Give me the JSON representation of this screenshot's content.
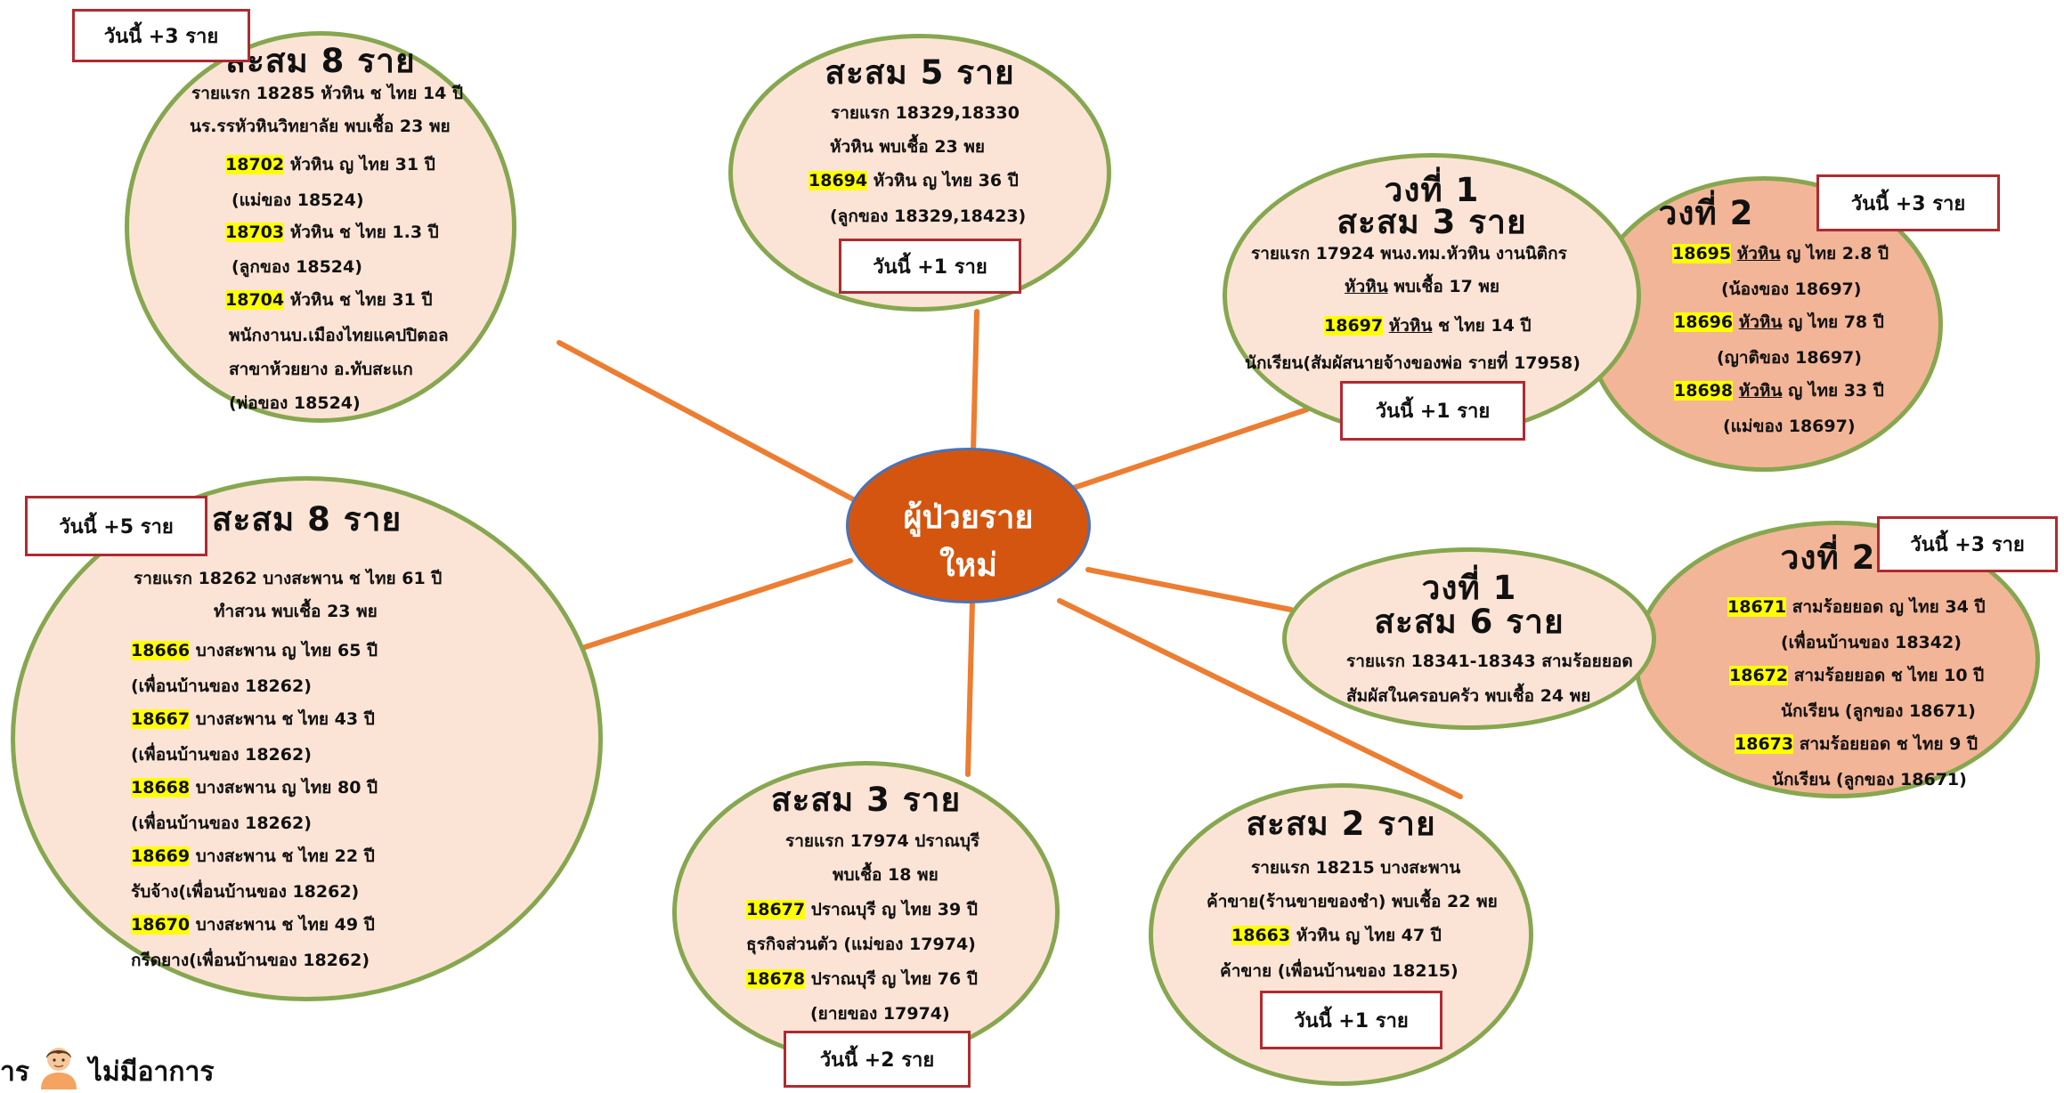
{
  "center": {
    "line1": "ผู้ป่วยราย",
    "line2": "ใหม่"
  },
  "clusters": {
    "c1": {
      "title": "สะสม 8 ราย",
      "tag": "วันนี้ +3 ราย",
      "lines": [
        "รายแรก 18285 หัวหิน ช ไทย 14 ปี",
        "นร.รรหัวหินวิทยาลัย พบเชื้อ 23 พย",
        "หัวหิน ญ ไทย 31 ปี",
        "(แม่ของ 18524)",
        "หัวหิน ช ไทย 1.3 ปี",
        "(ลูกของ 18524)",
        "หัวหิน ช ไทย 31 ปี",
        "พนักงานบ.เมืองไทยแคปปิตอล",
        "สาขาห้วยยาง อ.ทับสะแก",
        "(พ่อของ 18524)"
      ],
      "ids": [
        "18702",
        "18703",
        "18704"
      ]
    },
    "c2": {
      "title": "สะสม 5 ราย",
      "tag": "วันนี้ +1 ราย",
      "lines": [
        "รายแรก 18329,18330",
        "หัวหิน พบเชื้อ 23 พย",
        "หัวหิน ญ ไทย 36 ปี",
        "(ลูกของ 18329,18423)"
      ],
      "ids": [
        "18694"
      ]
    },
    "c3": {
      "title1": "วงที่ 1",
      "title2": "สะสม 3 ราย",
      "tag": "วันนี้ +1 ราย",
      "lines": [
        "รายแรก 17924 พนง.ทม.หัวหิน งานนิติกร",
        "หัวหิน",
        "พบเชื้อ 17 พย",
        "หัวหิน",
        "ช ไทย 14 ปี",
        "นักเรียน(สัมผัสนายจ้างของพ่อ รายที่ 17958)"
      ],
      "ids": [
        "18697"
      ]
    },
    "c4": {
      "title": "วงที่ 2",
      "tag": "วันนี้ +3 ราย",
      "lines": [
        "หัวหิน",
        "ญ ไทย 2.8 ปี",
        "(น้องของ 18697)",
        "หัวหิน",
        "ญ ไทย 78 ปี",
        "(ญาติของ 18697)",
        "หัวหิน",
        "ญ ไทย 33 ปี",
        "(แม่ของ 18697)"
      ],
      "ids": [
        "18695",
        "18696",
        "18698"
      ]
    },
    "c5": {
      "title": "สะสม 8 ราย",
      "tag": "วันนี้ +5 ราย",
      "lines": [
        "รายแรก 18262 บางสะพาน ช ไทย 61 ปี",
        "ทำสวน พบเชื้อ 23 พย",
        "บางสะพาน ญ ไทย 65 ปี",
        "(เพื่อนบ้านของ 18262)",
        "บางสะพาน ช ไทย 43 ปี",
        "(เพื่อนบ้านของ 18262)",
        "บางสะพาน ญ ไทย 80 ปี",
        "(เพื่อนบ้านของ 18262)",
        "บางสะพาน ช ไทย 22 ปี",
        "รับจ้าง(เพื่อนบ้านของ 18262)",
        "บางสะพาน ช ไทย 49 ปี",
        "กรีดยาง(เพื่อนบ้านของ 18262)"
      ],
      "ids": [
        "18666",
        "18667",
        "18668",
        "18669",
        "18670"
      ]
    },
    "c6": {
      "title1": "วงที่ 1",
      "title2": "สะสม 6 ราย",
      "lines": [
        "รายแรก 18341-18343  สามร้อยยอด",
        "สัมผัสในครอบครัว พบเชื้อ 24 พย"
      ]
    },
    "c7": {
      "title": "วงที่ 2",
      "tag": "วันนี้ +3 ราย",
      "lines": [
        "สามร้อยยอด ญ ไทย 34 ปี",
        "(เพื่อนบ้านของ 18342)",
        "สามร้อยยอด ช ไทย 10 ปี",
        "นักเรียน (ลูกของ 18671)",
        "สามร้อยยอด ช ไทย 9 ปี",
        "นักเรียน (ลูกของ 18671)"
      ],
      "ids": [
        "18671",
        "18672",
        "18673"
      ]
    },
    "c8": {
      "title": "สะสม 3 ราย",
      "tag": "วันนี้ +2 ราย",
      "lines": [
        "รายแรก 17974 ปราณบุรี",
        "พบเชื้อ 18 พย",
        "ปราณบุรี ญ ไทย 39 ปี",
        "ธุรกิจส่วนตัว (แม่ของ 17974)",
        "ปราณบุรี ญ ไทย 76 ปี",
        "(ยายของ 17974)"
      ],
      "ids": [
        "18677",
        "18678"
      ]
    },
    "c9": {
      "title": "สะสม 2 ราย",
      "tag": "วันนี้ +1 ราย",
      "lines": [
        "รายแรก 18215 บางสะพาน",
        "ค้าขาย(ร้านขายของชำ) พบเชื้อ 22 พย",
        "หัวหิน ญ ไทย 47 ปี",
        "ค้าขาย (เพื่อนบ้านของ 18215)"
      ],
      "ids": [
        "18663"
      ]
    }
  },
  "legend": {
    "prefix": "าร",
    "label": "ไม่มีอาการ",
    "icon": "person-icon"
  },
  "colors": {
    "link": "#ed7d31",
    "center": "#d4550f",
    "bubble": "#fbe4d6",
    "bubble_dark": "#f3b597",
    "border": "#86a74f",
    "tag_border": "#b02a30",
    "highlight": "#ffff00"
  }
}
